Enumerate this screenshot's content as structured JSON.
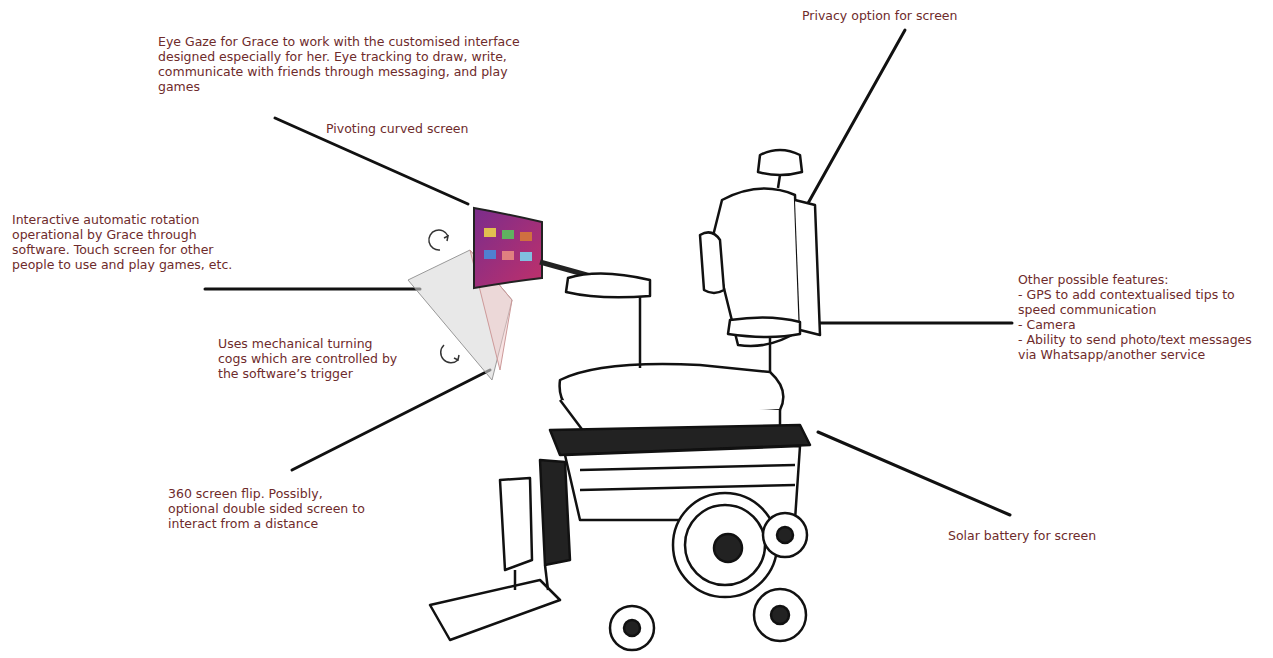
{
  "diagram": {
    "labels": [
      "Privacy option for screen",
      "Eye Gaze for Grace to work with the customised interface designed especially for her. Eye tracking to draw, write, communicate with friends through messaging, and play games",
      "Pivoting curved screen",
      "Interactive automatic rotation operational by Grace through software. Touch screen for other people to use and play games, etc.",
      "Other possible features:",
      "- GPS to add contextualised tips to speed communication",
      "- Camera",
      "- Ability to send photo/text messages via Whatsapp/another service",
      "Uses mechanical turning cogs which are controlled by the software’s trigger",
      "360 screen flip. Possibly, optional double sided screen to interact from a distance",
      "Solar battery for screen"
    ]
  }
}
